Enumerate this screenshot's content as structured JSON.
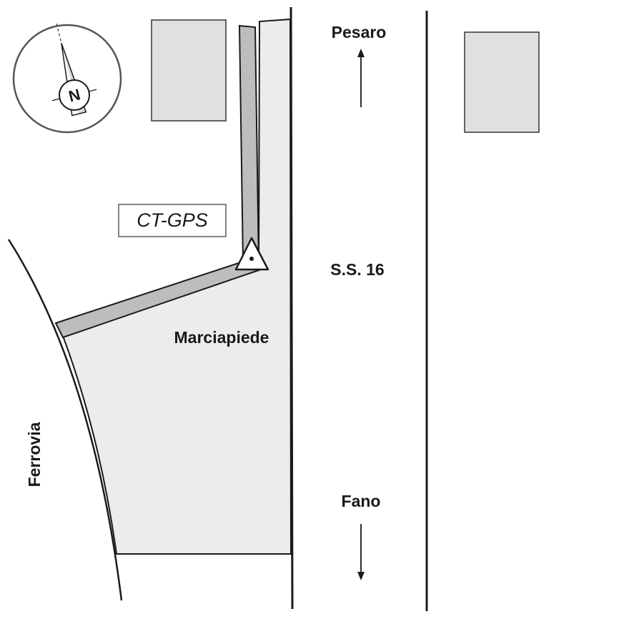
{
  "map": {
    "road_name": "S.S. 16",
    "direction_north_town": "Pesaro",
    "direction_south_town": "Fano",
    "sidewalk_label": "Marciapiede",
    "railway_label": "Ferrovia",
    "station_label": "CT-GPS",
    "north_letter": "N"
  },
  "colors": {
    "line": "#1a1a1a",
    "sidewalk_fill": "#ececec",
    "wall_fill": "#bdbdbd",
    "building_fill": "#e0e0e0",
    "compass_ring": "#555555"
  },
  "icons": {
    "station": "triangle-benchmark-icon",
    "compass": "north-arrow-compass-icon"
  }
}
